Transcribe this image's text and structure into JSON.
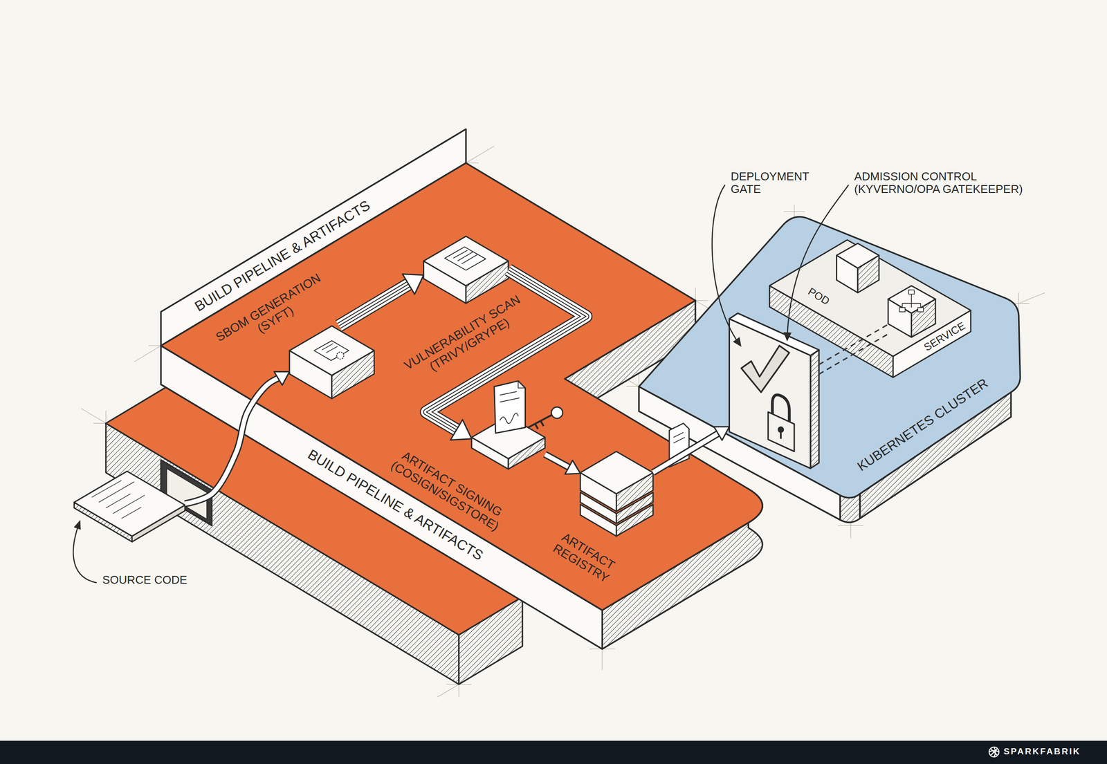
{
  "diagram": {
    "nodes": [
      {
        "text": [
          "BUILD PIPELINE & ARTIFACTS",
          "BUILD PIPELINE & ARTIFACTS"
        ]
      },
      {
        "text": [
          "SOURCE CODE"
        ]
      },
      {
        "text": [
          "SBOM GENERATION (SYFT)"
        ],
        "in": 0
      },
      {
        "text": [
          "VULNERABILITY SCAN (TRIVY/GRYPE)"
        ],
        "in": 0
      },
      {
        "text": [
          "ARTIFACT SIGNING (COSIGN/SIGSTORE)"
        ],
        "in": 0
      },
      {
        "text": [
          "ARTIFACT REGISTRY"
        ],
        "in": 0
      },
      {
        "text": [
          "KUBERNETES CLUSTER"
        ]
      },
      {
        "text": [
          "DEPLOYMENT GATE",
          "ADMISSION CONTROL (KYVERNO/OPA GATEKEEPER)"
        ],
        "in": 6
      },
      {
        "text": [
          "POD"
        ],
        "in": 6
      },
      {
        "text": [
          "SERVICE"
        ],
        "in": 6
      }
    ],
    "edges": [
      {
        "from": 1,
        "to": 2,
        "arrow": "to"
      },
      {
        "from": 2,
        "to": 3,
        "arrow": "to"
      },
      {
        "from": 3,
        "to": 4,
        "arrow": "to"
      },
      {
        "from": 4,
        "to": 5,
        "arrow": "to"
      },
      {
        "from": 5,
        "to": 7,
        "arrow": "to"
      },
      {
        "from": 7,
        "to": 9,
        "arrow": "none"
      }
    ],
    "labels": [
      "SPARKFABRIK"
    ]
  }
}
